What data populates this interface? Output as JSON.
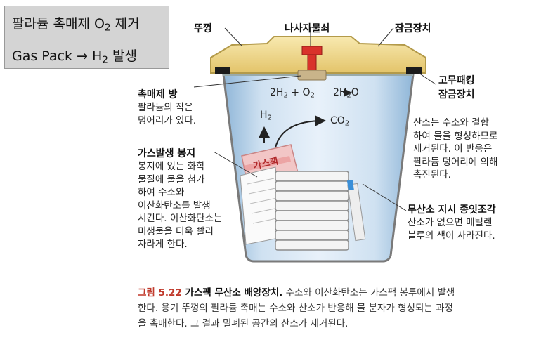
{
  "note_box": {
    "line1_pre": "팔라듐 촉매제 O",
    "line1_sub": "2",
    "line1_post": " 제거",
    "line2_pre": "Gas Pack → H",
    "line2_sub": "2",
    "line2_post": " 발생"
  },
  "labels": {
    "lid": "뚜껑",
    "screw": "나사자물쇠",
    "lock_top": "잠금장치",
    "gasket_line1": "고무패킹",
    "gasket_line2": "잠금장치"
  },
  "equation": {
    "c1": "2H",
    "s1": "2",
    "plus": " + O",
    "s2": "2",
    "c3": "2H",
    "s3": "2",
    "c4": "O"
  },
  "gas_products": {
    "h2": "H",
    "h2_sub": "2",
    "co2": "CO",
    "co2_sub": "2"
  },
  "catalyst": {
    "title": "촉매제 방",
    "lines": [
      "팔라듐의 작은",
      "덩어리가 있다."
    ]
  },
  "gaspack": {
    "title": "가스발생 봉지",
    "lines": [
      "봉지에 있는 화학",
      "물질에 물을 첨가",
      "하여 수소와",
      "이산화탄소를 발생",
      "시킨다. 이산화탄소는",
      "미생물을 더욱 빨리",
      "자라게 한다."
    ],
    "bag_label": "가스팩"
  },
  "oxygen": {
    "lines": [
      "산소는 수소와 결합",
      "하여 물을 형성하므로",
      "제거된다. 이 반응은",
      "팔라듐 덩어리에 의해",
      "촉진된다."
    ]
  },
  "indicator": {
    "title": "무산소 지시 종잇조각",
    "lines": [
      "산소가 없으면 메틸렌",
      "블루의 색이 사라진다."
    ]
  },
  "caption": {
    "fig_no": "그림 5.22",
    "fig_title": " 가스팩 무산소 배양장치.",
    "line1_rest": "  수소와 이산화탄소는 가스팩 봉투에서 발생",
    "line2": "한다. 용기 뚜껑의 팔라듐 촉매는 수소와 산소가 반응해 물 분자가 형성되는 과정",
    "line3": "을 촉매한다. 그 결과 밀폐된 공간의 산소가 제거된다."
  },
  "colors": {
    "lid": "#f3dc8e",
    "jar_liquid": "#bcd6ec",
    "screw": "#d9322b",
    "bag": "#f2c6c6",
    "figure_number": "#c0392b"
  }
}
